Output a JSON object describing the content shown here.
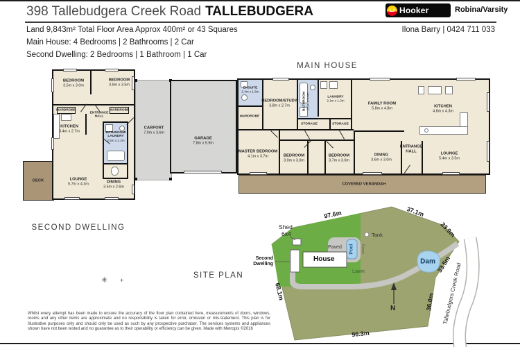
{
  "palette": {
    "brand_black": "#0a0a0a",
    "brand_yellow": "#ffd100",
    "brand_red": "#e2001a",
    "room_cream": "#f0e9d8",
    "wet_blue": "#cdd9ea",
    "hard_gray": "#d6d6d4",
    "deck_brown": "#ab9577",
    "verandah_brown": "#b3a081",
    "land_olive": "#9da470",
    "lawn_green": "#6cae45",
    "water_blue": "#a8d2ee"
  },
  "header": {
    "address": "398 Tallebudgera Creek Road",
    "suburb": "TALLEBUDGERA",
    "brand_lj": "LJ",
    "brand_hooker": "Hooker",
    "office": "Robina/Varsity",
    "land_line": "Land 9,843m²  Total Floor Area Approx 400m²  or 43 Squares",
    "agent_line": "Ilona Barry | 0424 711 033",
    "main_house_line": "Main House: 4 Bedrooms | 2 Bathrooms | 2 Car",
    "second_dwelling_line": "Second Dwelling: 2 Bedrooms | 1 Bathroom | 1 Car"
  },
  "titles": {
    "main_house": "MAIN HOUSE",
    "second_dwelling": "SECOND DWELLING",
    "site_plan": "SITE PLAN"
  },
  "sd": {
    "bedroom1": {
      "name": "BEDROOM",
      "dims": "3.5m x 3.0m"
    },
    "bedroom2": {
      "name": "BEDROOM",
      "dims": "3.6m x 3.5m"
    },
    "wardrobe_left": "WARDROBE",
    "wardrobe_right": "WARDROBE",
    "entrance1": "ENTRANCE",
    "entrance2": "HALL",
    "kitchen": {
      "name": "KITCHEN",
      "dims": "3.4m x 2.7m"
    },
    "bathroom": {
      "name1": "BATHROOM/",
      "name2": "LAUNDRY",
      "dims": "2.5m x 2.2m"
    },
    "lounge": {
      "name": "LOUNGE",
      "dims": "5.7m x 4.3m"
    },
    "dining": {
      "name": "DINING",
      "dims": "3.5m x 2.6m"
    },
    "deck": "DECK",
    "carport": {
      "name": "CARPORT",
      "dims": "7.0m x 3.6m"
    }
  },
  "mh": {
    "garage": {
      "name": "GARAGE",
      "dims": "7.8m x 5.9m"
    },
    "ensuite": {
      "name": "ENSUITE",
      "dims": "2.4m x 1.5m"
    },
    "bedroom_study": {
      "name": "BEDROOM/STUDY",
      "dims": "3.8m x 2.7m"
    },
    "wardrobe": "WARDROBE",
    "bathroom": {
      "name": "BATHROOM",
      "dims": "2.5m x 2.4m"
    },
    "laundry": {
      "name": "LAUNDRY",
      "dims": "2.1m x 1.3m"
    },
    "storage1": "STORAGE",
    "storage2": "STORAGE",
    "family": {
      "name": "FAMILY ROOM",
      "dims": "5.8m x 4.8m"
    },
    "kitchen": {
      "name": "KITCHEN",
      "dims": "4.8m x 4.3m"
    },
    "master": {
      "name": "MASTER BEDROOM",
      "dims": "4.1m x 3.7m"
    },
    "bedroom3": {
      "name": "BEDROOM",
      "dims": "3.0m x 3.0m"
    },
    "bedroom4": {
      "name": "BEDROOM",
      "dims": "3.7m x 3.0m"
    },
    "dining": {
      "name": "DINING",
      "dims": "3.6m x 3.0m"
    },
    "entrance1": "ENTRANCE",
    "entrance2": "HALL",
    "lounge": {
      "name": "LOUNGE",
      "dims": "5.4m x 3.5m"
    },
    "verandah": "COVERED VERANDAH"
  },
  "site": {
    "m_top_left": "97.6m",
    "m_top_right": "37.1m",
    "m_right_upper": "23.9m",
    "m_right_mid": "33.5m",
    "m_right_lower": "36.0m",
    "m_bottom": "96.3m",
    "m_left": "68.1m",
    "shed": "Shed",
    "shed_size": "6x4",
    "second1": "Second",
    "second2": "Dwelling",
    "house": "House",
    "paved": "Paved",
    "pool": "Pool",
    "fence": "Fence",
    "tank": "Tank",
    "lawn": "Lawn",
    "dam": "Dam",
    "north": "N",
    "road": "Tallebudgera Creek Road"
  },
  "icons": {
    "scale_marker": "✳",
    "cross_marker": "+"
  },
  "disclaimer": "Whilst every attempt has been made to ensure the accuracy of the floor plan contained here, measurements of doors, windows, rooms and any other items are approximate and no responsibility is taken for error, omission or mis-statement. This plan is for illustrative purposes only and should only be used as such by any prospective purchaser. The services systems and appliances shown have not been tested and no guarantee as to their operability or efficiency can be given. Made with Metropix ©2016"
}
